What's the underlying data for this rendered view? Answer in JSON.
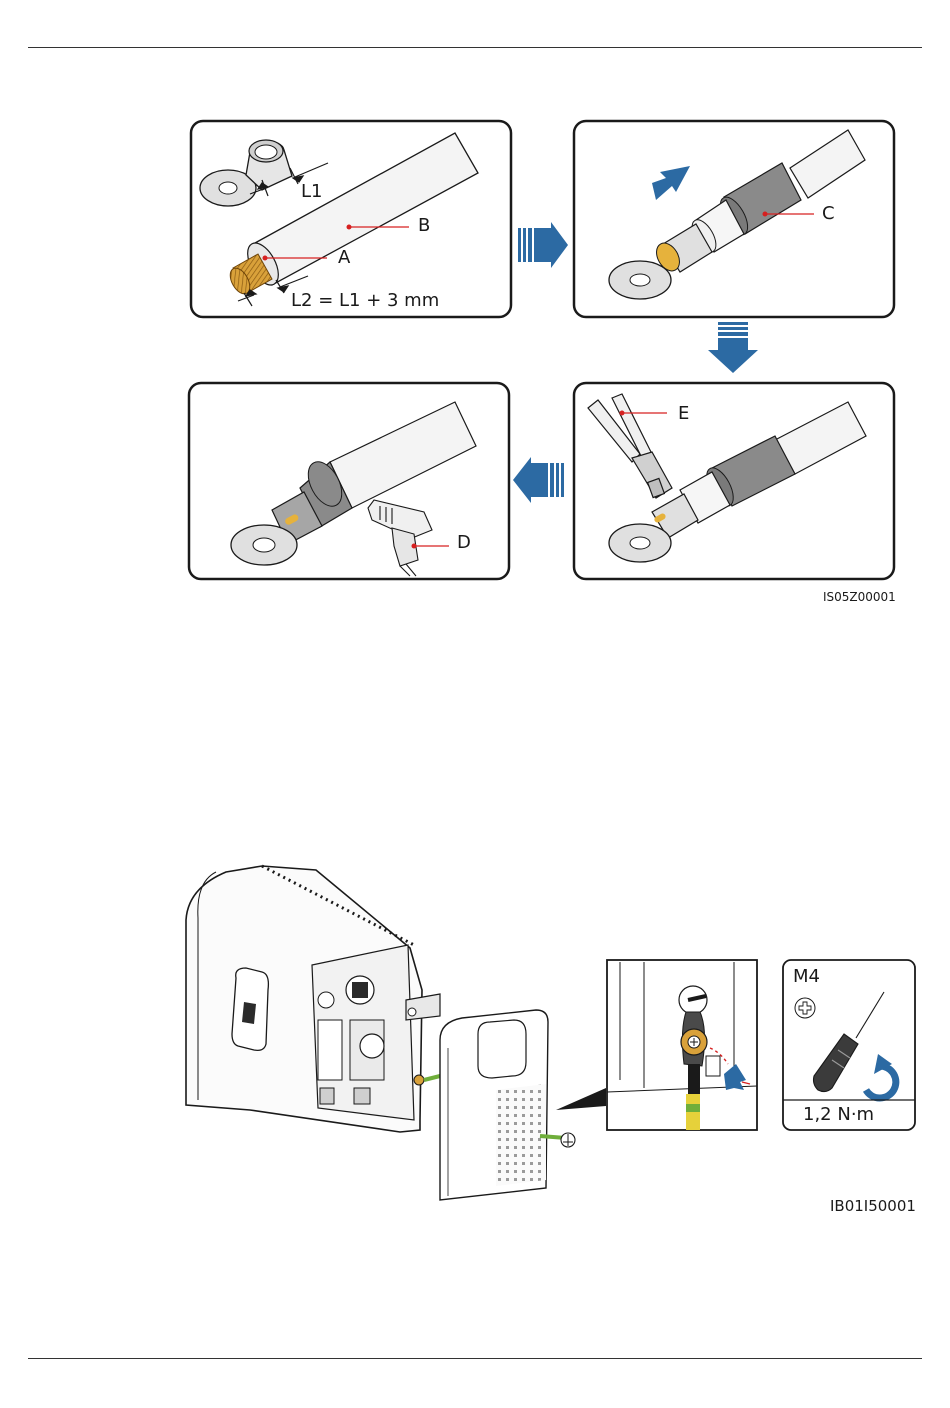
{
  "figure1": {
    "labels": {
      "a": "A",
      "b": "B",
      "c": "C",
      "d": "D",
      "e": "E",
      "l1": "L1",
      "l2_formula": "L2 = L1 + 3 mm"
    },
    "code": "IS05Z00001"
  },
  "figure2": {
    "bolt": "M4",
    "torque": "1,2 N·m",
    "code": "IB01I50001"
  },
  "colors": {
    "arrow_blue": "#2c6aa3",
    "copper": "#d9a13a",
    "lug_grey": "#e0e0e0",
    "sleeve_dark": "#8a8a8a",
    "marker_red": "#d62020",
    "ground_green": "#6fae3a",
    "ground_yellow": "#e6d13a"
  }
}
